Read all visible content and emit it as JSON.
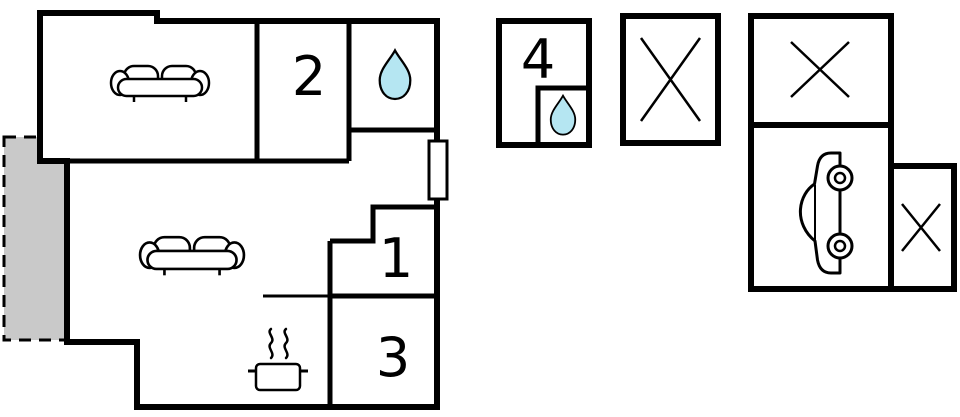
{
  "plan": {
    "rooms": {
      "room1": {
        "label": "1"
      },
      "room2": {
        "label": "2"
      },
      "room3": {
        "label": "3"
      },
      "room4": {
        "label": "4"
      }
    },
    "colors": {
      "wall": "#000000",
      "background": "#ffffff",
      "water": "#b5e6f2",
      "terrace": "#c9c9c9"
    },
    "icons": [
      {
        "name": "sofa-icon",
        "area": "top-left-room"
      },
      {
        "name": "sofa-icon",
        "area": "living-room"
      },
      {
        "name": "water-drop-icon",
        "area": "bathroom"
      },
      {
        "name": "water-drop-icon",
        "area": "building-4"
      },
      {
        "name": "cooking-pot-icon",
        "area": "kitchen"
      },
      {
        "name": "steam-icon",
        "area": "kitchen"
      },
      {
        "name": "car-icon",
        "area": "garage"
      },
      {
        "name": "x-mark-icon",
        "area": "outbuilding-1"
      },
      {
        "name": "x-mark-icon",
        "area": "outbuilding-2-top"
      },
      {
        "name": "x-mark-icon",
        "area": "outbuilding-2-annex"
      },
      {
        "name": "door-window-marker",
        "area": "main-right-wall"
      },
      {
        "name": "terrace",
        "area": "main-left"
      }
    ]
  }
}
